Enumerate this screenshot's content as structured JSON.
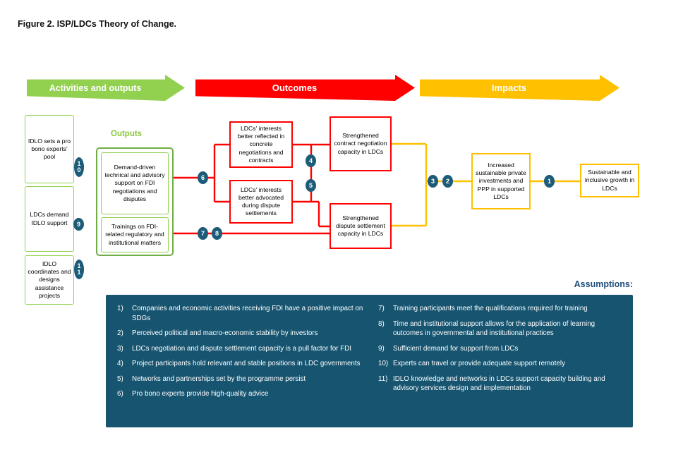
{
  "title": "Figure 2. ISP/LDCs Theory of Change.",
  "banners": {
    "activities": "Activities and outputs",
    "outcomes": "Outcomes",
    "impacts": "Impacts"
  },
  "outputs_heading": "Outputs",
  "boxes": {
    "idlo_pool": "IDLO sets a pro bono experts' pool",
    "ldc_demand": "LDCs demand IDLO support",
    "idlo_coordinates": "IDLO coordinates and designs assistance projects",
    "demand_driven": "Demand-driven technical and advisory support on FDI negotiations and disputes",
    "trainings": "Trainings on FDI-related regulatory and institutional matters",
    "interests_reflected": "LDCs' interests better reflected in concrete negotiations and contracts",
    "interests_advocated": "LDCs' interests better advocated during dispute settlements",
    "contract_capacity": "Strengthened contract negotiation capacity in LDCs",
    "dispute_capacity": "Strengthened dispute settlement capacity in LDCs",
    "investments": "Increased sustainable private investments and PPP in supported LDCs",
    "growth": "Sustainable and inclusive growth in LDCs"
  },
  "badges": {
    "n10": "10",
    "n9": "9",
    "n11": "11",
    "n6": "6",
    "n7": "7",
    "n8": "8",
    "n4": "4",
    "n5": "5",
    "n3": "3",
    "n2": "2",
    "n1": "1"
  },
  "edges": [
    {
      "from": "demand_driven",
      "to": "interests_reflected",
      "color": "red"
    },
    {
      "from": "demand_driven",
      "to": "interests_advocated",
      "color": "red"
    },
    {
      "from": "trainings",
      "to": "dispute_capacity",
      "color": "red"
    },
    {
      "from": "interests_reflected",
      "to": "contract_capacity",
      "color": "red"
    },
    {
      "from": "interests_advocated",
      "to": "dispute_capacity",
      "color": "red"
    },
    {
      "from": "contract_capacity",
      "to": "investments",
      "color": "yellow"
    },
    {
      "from": "dispute_capacity",
      "to": "investments",
      "color": "yellow"
    },
    {
      "from": "investments",
      "to": "growth",
      "color": "yellow"
    }
  ],
  "assumptions": {
    "heading": "Assumptions:",
    "left": [
      {
        "num": "1)",
        "text": "Companies and economic activities receiving FDI have a positive impact on SDGs"
      },
      {
        "num": "2)",
        "text": "Perceived political and macro-economic stability by investors"
      },
      {
        "num": "3)",
        "text": "LDCs negotiation and dispute settlement capacity is a pull factor for FDI"
      },
      {
        "num": "4)",
        "text": "Project participants hold relevant and stable positions in LDC governments"
      },
      {
        "num": "5)",
        "text": "Networks and partnerships set by the programme persist"
      },
      {
        "num": "6)",
        "text": "Pro bono experts provide high-quality advice"
      }
    ],
    "right": [
      {
        "num": "7)",
        "text": "Training participants meet the qualifications required for training"
      },
      {
        "num": "8)",
        "text": "Time and institutional support allows for the application of learning outcomes in governmental and institutional practices"
      },
      {
        "num": "9)",
        "text": "Sufficient demand for support from LDCs"
      },
      {
        "num": "10)",
        "text": "Experts can travel or provide adequate support remotely"
      },
      {
        "num": "11)",
        "text": "IDLO knowledge and networks in LDCs support capacity building and advisory services design and implementation"
      }
    ]
  },
  "colors": {
    "green": "#92d050",
    "red": "#fe0000",
    "yellow": "#ffc000",
    "badge_teal": "#1d5c78",
    "panel_blue": "#165470",
    "heading_blue": "#1f4e79"
  }
}
